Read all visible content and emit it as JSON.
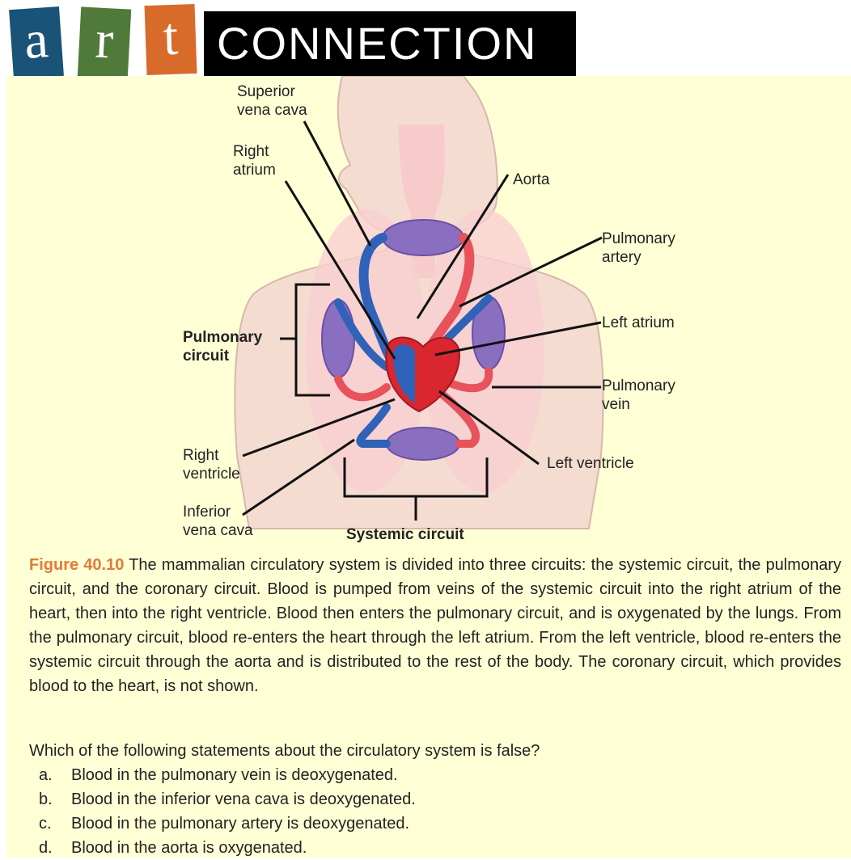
{
  "banner": {
    "letters": [
      "a",
      "r",
      "t"
    ],
    "word": "CONNECTION"
  },
  "labels": {
    "superior_vena_cava": "Superior\nvena cava",
    "right_atrium": "Right\natrium",
    "aorta": "Aorta",
    "pulmonary_artery": "Pulmonary\nartery",
    "left_atrium": "Left atrium",
    "pulmonary_circuit": "Pulmonary\ncircuit",
    "pulmonary_vein": "Pulmonary\nvein",
    "right_ventricle": "Right\nventricle",
    "left_ventricle": "Left ventricle",
    "inferior_vena_cava": "Inferior\nvena cava",
    "systemic_circuit": "Systemic circuit"
  },
  "caption": {
    "figure": "Figure 40.10",
    "text": "The mammalian circulatory system is divided into three circuits: the systemic circuit, the pulmonary circuit, and the coronary circuit. Blood is pumped from veins of the systemic circuit into the right atrium of the heart, then into the right ventricle. Blood then enters the pulmonary circuit, and is oxygenated by the lungs. From the pulmonary circuit, blood re-enters the heart through the left atrium. From the left ventricle, blood re-enters the systemic circuit through the aorta and is distributed to the rest of the body. The coronary circuit, which provides blood to the heart, is not shown."
  },
  "question": "Which of the following statements about the circulatory system is false?",
  "options": [
    {
      "letter": "a.",
      "text": "Blood in the pulmonary vein is deoxygenated."
    },
    {
      "letter": "b.",
      "text": "Blood in the inferior vena cava is deoxygenated."
    },
    {
      "letter": "c.",
      "text": "Blood in the pulmonary artery is deoxygenated."
    },
    {
      "letter": "d.",
      "text": "Blood in the aorta is oxygenated."
    }
  ],
  "colors": {
    "oxygenated": "#e8525b",
    "deoxygenated": "#2f62b8",
    "accent": "#e07b39",
    "panel": "#ffffd6"
  }
}
